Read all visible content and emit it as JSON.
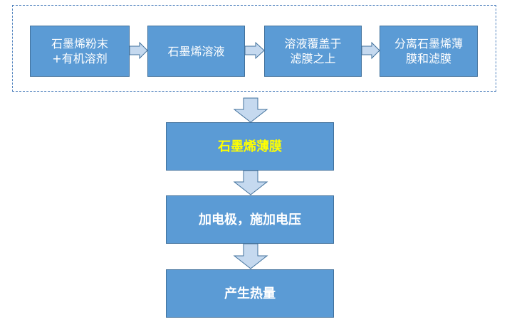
{
  "top_flow": {
    "step1": "石墨烯粉末\n+有机溶剂",
    "step2": "石墨烯溶液",
    "step3": "溶液覆盖于\n滤膜之上",
    "step4": "分离石墨烯薄\n膜和滤膜"
  },
  "main_flow": {
    "film": "石墨烯薄膜",
    "voltage": "加电极，施加电压",
    "heat": "产生热量"
  },
  "colors": {
    "box_fill": "#5b9bd5",
    "box_border": "#41719c",
    "arrow_fill": "#c5d9ef",
    "highlight_text": "#ffff00",
    "frame": "#4f81bd"
  }
}
